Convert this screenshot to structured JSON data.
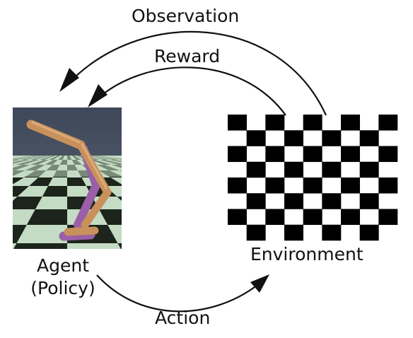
{
  "labels": {
    "observation": "Observation",
    "reward": "Reward",
    "environment": "Environment",
    "agent": "Agent",
    "agent_sub": "(Policy)",
    "action": "Action"
  },
  "colors": {
    "arrow": "#111111",
    "checker_dark": "#000000",
    "checker_light": "#ffffff",
    "sky": "#4a5566",
    "floor_light": "#c4dcc4",
    "floor_dark": "#1c241c",
    "leg_tan": "#c8915c",
    "leg_purple": "#9a5fa6"
  },
  "icons": {
    "agent_image": "walker-robot-leg-icon",
    "environment_image": "checkerboard-icon"
  }
}
